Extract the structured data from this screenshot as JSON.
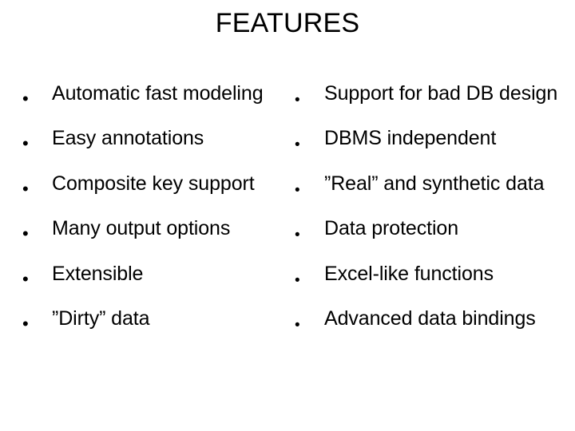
{
  "slide": {
    "title": "FEATURES",
    "background_color": "#ffffff",
    "text_color": "#000000",
    "bullet_glyph": "•",
    "columns": [
      {
        "name": "left",
        "items": [
          {
            "bullet": "•",
            "label": "Automatic fast modeling"
          },
          {
            "bullet": "•",
            "label": "Easy annotations"
          },
          {
            "bullet": "•",
            "label": "Composite key support"
          },
          {
            "bullet": "•",
            "label": "Many output options"
          },
          {
            "bullet": "•",
            "label": "Extensible"
          },
          {
            "bullet": "•",
            "label": "”Dirty” data"
          }
        ]
      },
      {
        "name": "right",
        "items": [
          {
            "bullet": "•",
            "label": "Support for bad DB design"
          },
          {
            "bullet": "•",
            "label": "DBMS independent"
          },
          {
            "bullet": "•",
            "label": "”Real” and synthetic data"
          },
          {
            "bullet": "•",
            "label": "Data protection"
          },
          {
            "bullet": "•",
            "label": "Excel-like functions"
          },
          {
            "bullet": "•",
            "label": "Advanced data bindings"
          }
        ]
      }
    ]
  }
}
